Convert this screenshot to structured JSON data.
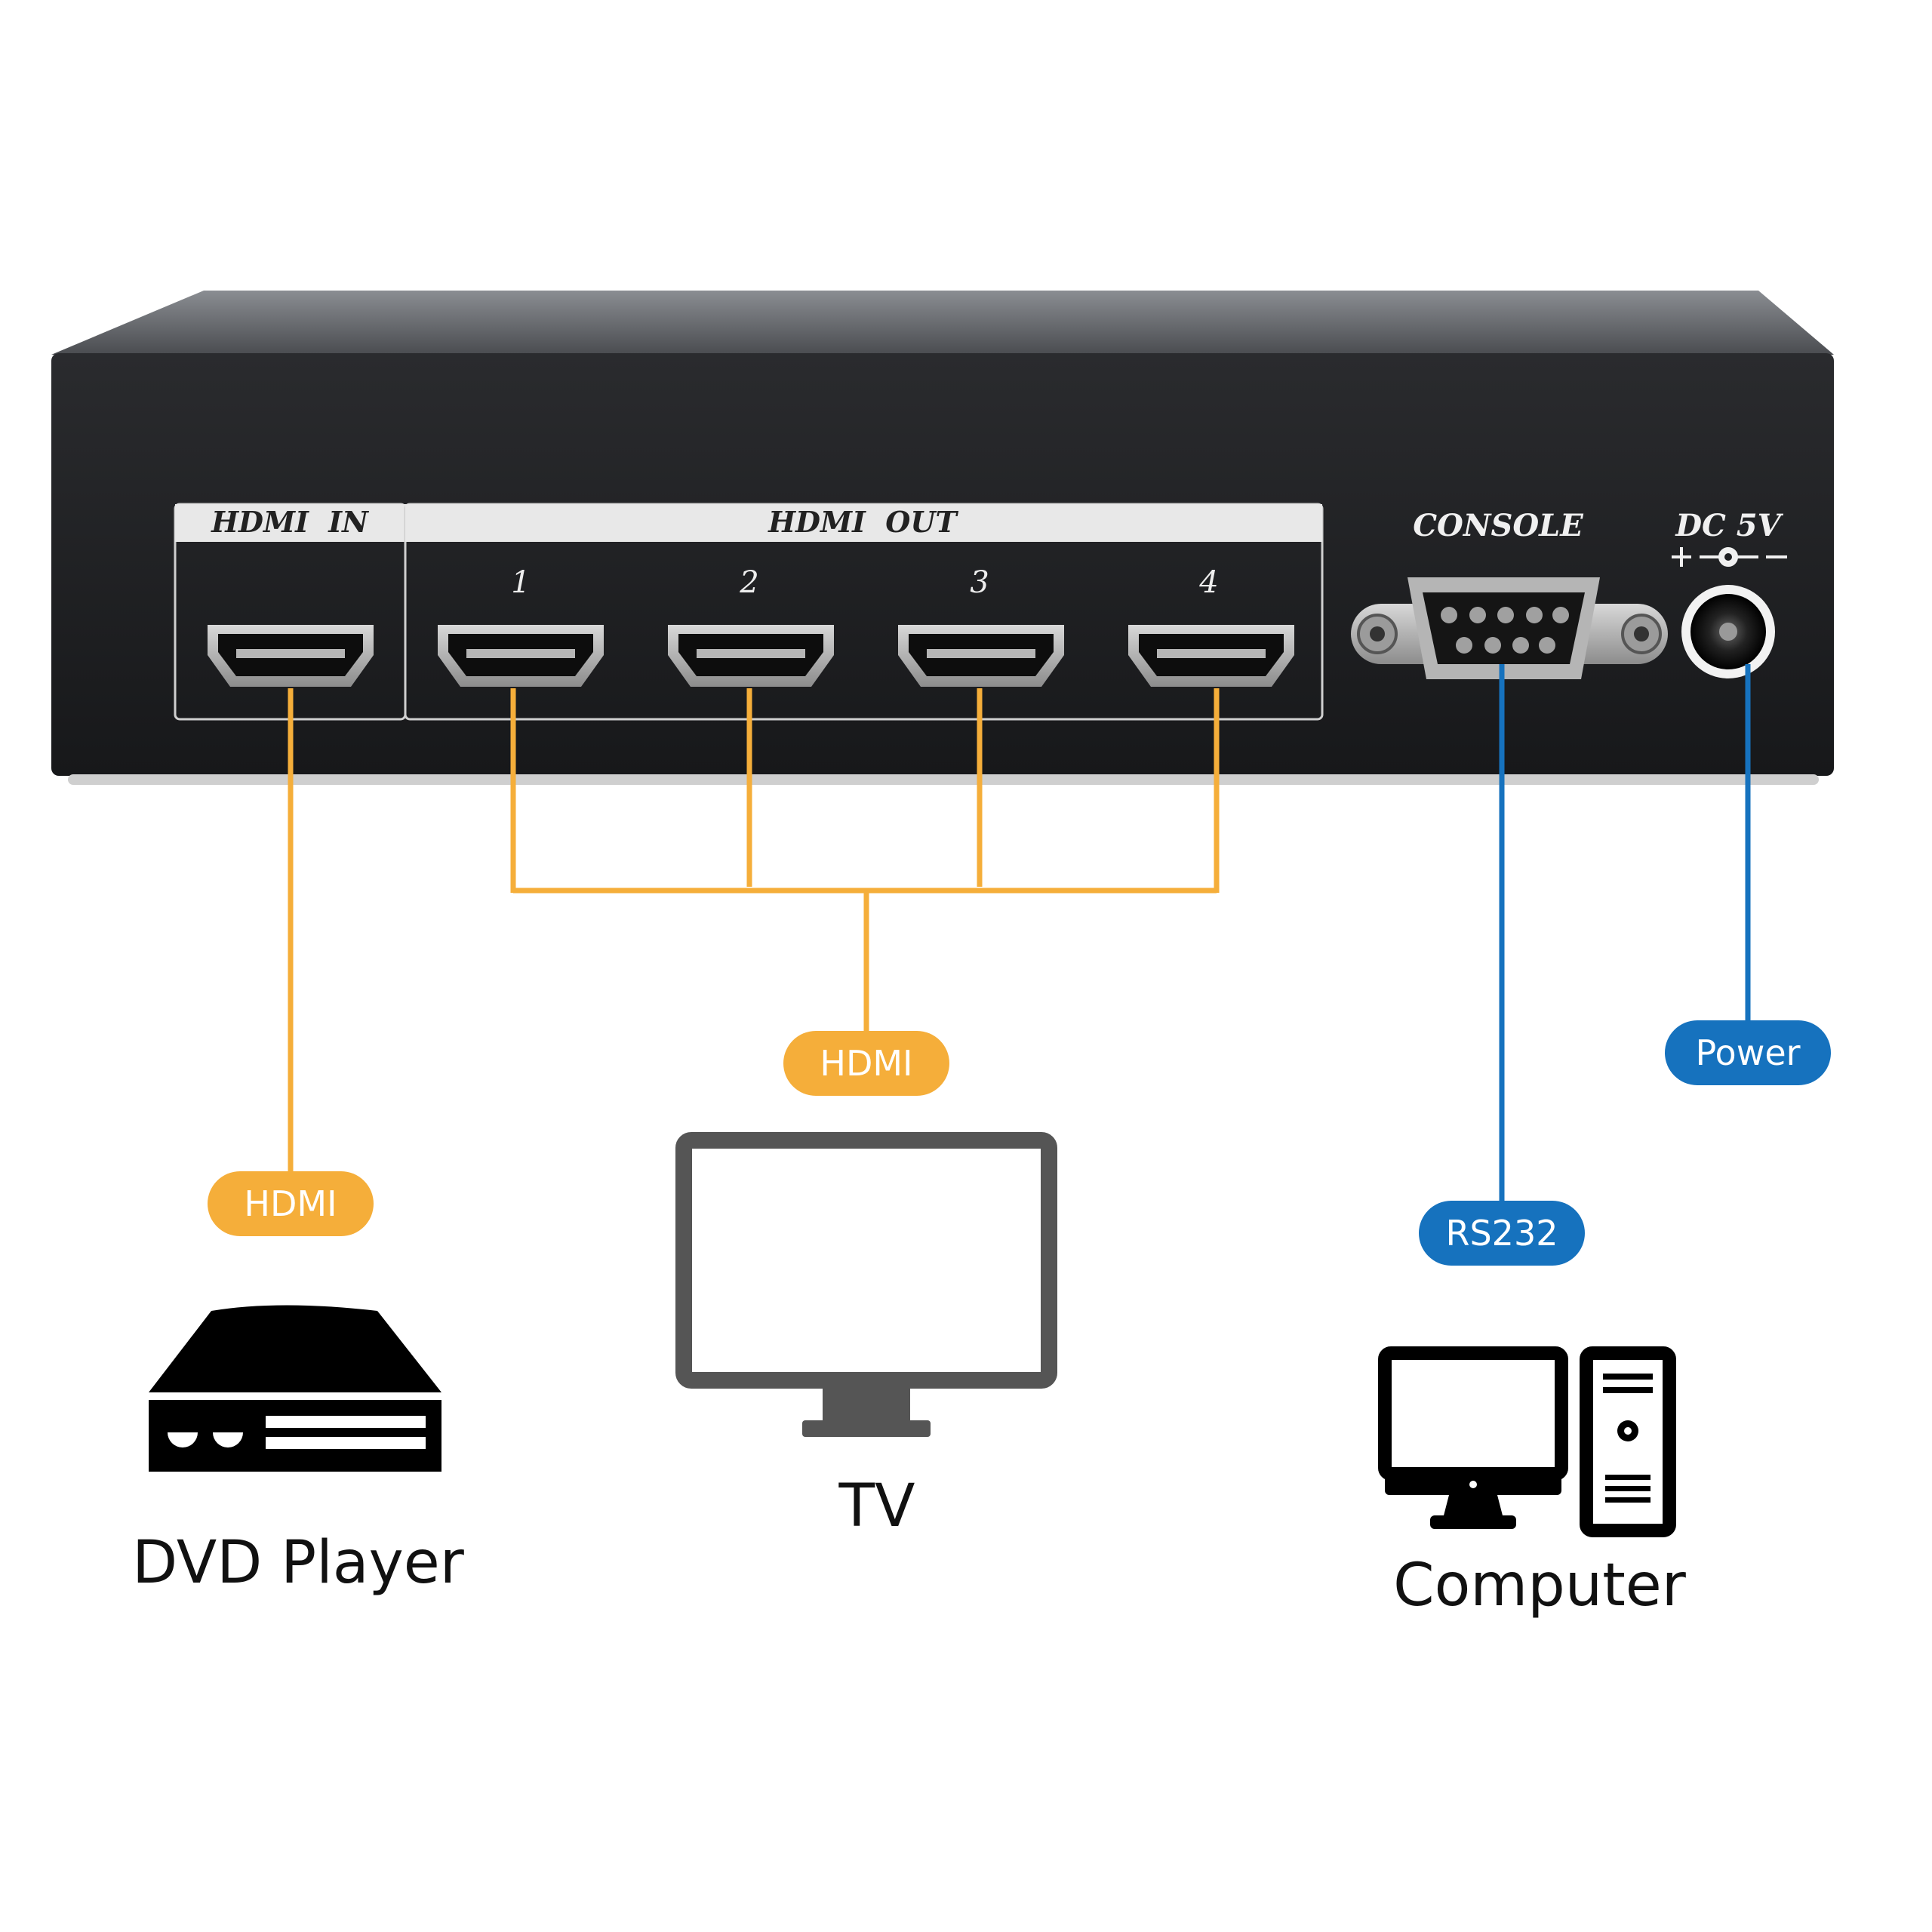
{
  "panel": {
    "hdmi_in_label": "HDMI  IN",
    "hdmi_out_label": "HDMI  OUT",
    "port_numbers": [
      "1",
      "2",
      "3",
      "4"
    ],
    "console_label": "CONSOLE",
    "dc_label": "DC 5V",
    "polarity": "+ -●- –"
  },
  "connections": {
    "input": {
      "pill": "HDMI",
      "device": "DVD Player",
      "icon": "dvd-player-icon"
    },
    "output": {
      "pill": "HDMI",
      "device": "TV",
      "icon": "tv-icon"
    },
    "console": {
      "pill": "RS232",
      "device": "Computer",
      "icon": "computer-icon"
    },
    "power": {
      "pill": "Power"
    }
  },
  "colors": {
    "hdmi_line": "#F5AE3A",
    "control_line": "#1672BE",
    "chassis": "#1e1f22",
    "icon_gray": "#555555"
  }
}
